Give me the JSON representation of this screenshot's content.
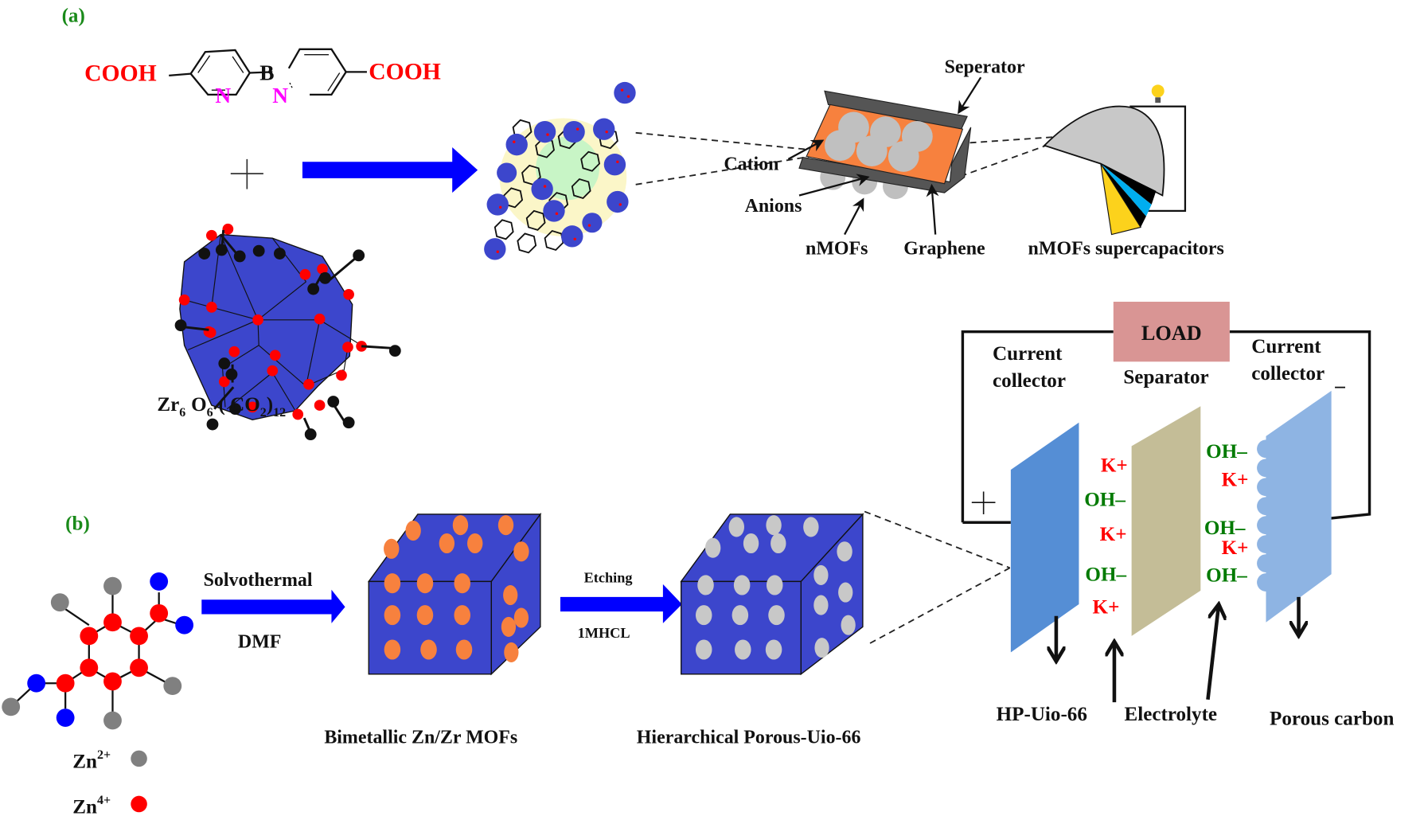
{
  "figure": {
    "panels": {
      "a": "(a)",
      "b": "(b)"
    },
    "panel_a": {
      "linker": {
        "left_group": "COOH",
        "right_group": "COOH",
        "boron": "B",
        "nitrogen_left": "N",
        "nitrogen_right": "N"
      },
      "plus_sign": "+",
      "cluster_formula": {
        "zr": "Zr",
        "zr_sub": "6",
        "o": "O",
        "o_sub": "6",
        "co2": "( CO",
        "co2_sub": "2",
        "close": ")",
        "outer_sub": "12"
      },
      "cell_labels": {
        "separator": "Seperator",
        "cation": "Cation",
        "anions": "Anions",
        "nmofs": "nMOFs",
        "graphene": "Graphene",
        "device": "nMOFs supercapacitors"
      }
    },
    "panel_b": {
      "arrow1_top": "Solvothermal",
      "arrow1_bottom": "DMF",
      "arrow2_top": "Etching",
      "arrow2_bottom": "1MHCL",
      "cube1_label": "Bimetallic Zn/Zr MOFs",
      "cube2_label": "Hierarchical Porous-Uio-66",
      "legend": [
        {
          "ion": "Zn",
          "charge": "2+",
          "color": "#808080"
        },
        {
          "ion": "Zn",
          "charge": "4+",
          "color": "#ff0000"
        }
      ],
      "device": {
        "load": "LOAD",
        "collector_left_1": "Current",
        "collector_left_2": "collector",
        "separator": "Separator",
        "collector_right_1": "Current",
        "collector_right_2": "collector",
        "plus": "+",
        "minus": "_",
        "left_ions": [
          "K+",
          "OH–",
          "K+",
          "OH–",
          "K+"
        ],
        "right_ions": [
          "OH–",
          "K+",
          "OH–",
          "K+",
          "OH–"
        ],
        "bottom_labels": {
          "electrode_left": "HP-Uio-66",
          "electrolyte": "Electrolyte",
          "electrode_right": "Porous carbon"
        }
      }
    },
    "colors": {
      "arrow_blue": "#0000ff",
      "cube_blue": "#3c46cc",
      "orange_pore": "#f7813e",
      "gray_pore": "#c8c8c8",
      "load_box": "#d99594",
      "left_electrode": "#558ed5",
      "separator": "#c4bd97",
      "right_electrode": "#8eb4e3",
      "k_ion": "#ff0000",
      "oh_ion": "#007a00"
    }
  }
}
